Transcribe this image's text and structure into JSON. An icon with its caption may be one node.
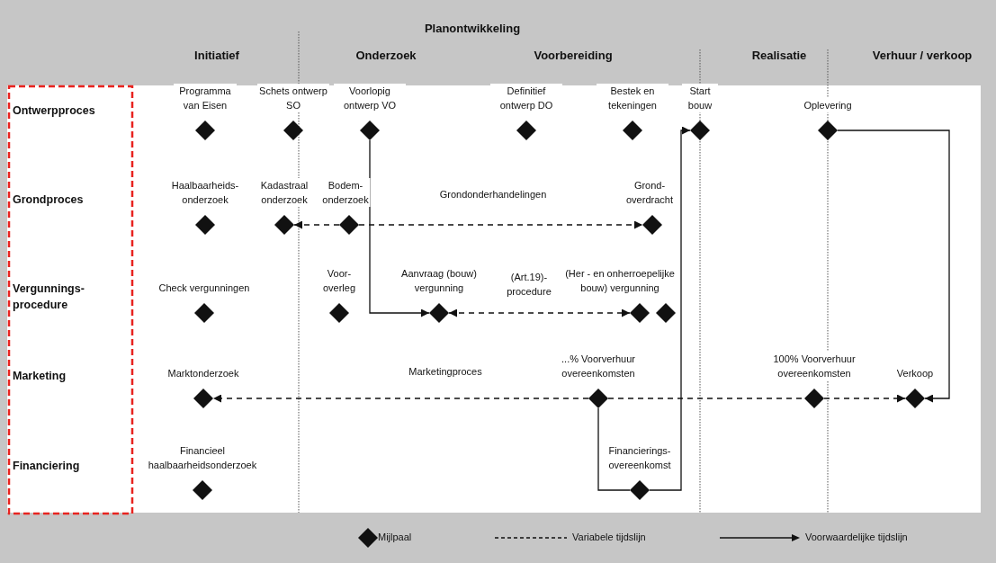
{
  "diagram": {
    "nodes": [
      {
        "text": [],
        "shape": "diamond",
        "beside": [
          "Programma van Eisen"
        ]
      },
      {
        "text": [],
        "shape": "diamond",
        "beside": [
          "Schets ontwerp SO"
        ]
      },
      {
        "text": [],
        "shape": "diamond",
        "beside": [
          "Voorlopig ontwerp VO"
        ]
      },
      {
        "text": [],
        "shape": "diamond",
        "beside": [
          "Definitief ontwerp DO"
        ]
      },
      {
        "text": [],
        "shape": "diamond",
        "beside": [
          "Bestek en tekeningen"
        ]
      },
      {
        "text": [],
        "shape": "diamond",
        "beside": [
          "Start bouw"
        ]
      },
      {
        "text": [],
        "shape": "diamond",
        "beside": [
          "Oplevering"
        ]
      },
      {
        "text": [],
        "shape": "diamond",
        "beside": [
          "Haalbaarheids- onderzoek"
        ]
      },
      {
        "text": [],
        "shape": "diamond",
        "beside": [
          "Kadastraal onderzoek"
        ]
      },
      {
        "text": [],
        "shape": "diamond",
        "beside": [
          "Bodem- onderzoek"
        ]
      },
      {
        "text": [],
        "shape": "diamond",
        "beside": [
          "Grond- overdracht"
        ]
      },
      {
        "text": [],
        "shape": "diamond",
        "beside": [
          "Check vergunningen"
        ]
      },
      {
        "text": [],
        "shape": "diamond",
        "beside": [
          "Voor- overleg"
        ]
      },
      {
        "text": [],
        "shape": "diamond",
        "beside": [
          "Aanvraag (bouw) vergunning"
        ]
      },
      {
        "text": [],
        "shape": "diamond",
        "beside": [
          "(Her - en onherroepelijke bouw) vergunning"
        ]
      },
      {
        "text": [],
        "shape": "diamond"
      },
      {
        "text": [],
        "shape": "diamond",
        "beside": [
          "Marktonderzoek"
        ]
      },
      {
        "text": [],
        "shape": "diamond",
        "beside": [
          "...% Voorverhuur overeenkomsten"
        ]
      },
      {
        "text": [],
        "shape": "diamond",
        "beside": [
          "100% Voorverhuur overeenkomsten"
        ]
      },
      {
        "text": [],
        "shape": "diamond",
        "beside": [
          "Verkoop"
        ]
      },
      {
        "text": [],
        "shape": "diamond",
        "beside": [
          "Financieel haalbaarheidsonderzoek"
        ]
      },
      {
        "text": [],
        "shape": "diamond",
        "beside": [
          "Financierings- overeenkomst"
        ]
      }
    ],
    "edges": [
      {
        "from": 9,
        "to": 8,
        "arrow": "to",
        "style": "dashed"
      },
      {
        "from": 9,
        "to": 10,
        "arrow": "to",
        "style": "dashed",
        "label": "Grondonderhandelingen"
      },
      {
        "from": 13,
        "to": 14,
        "arrow": "both",
        "style": "dashed",
        "label": "(Art.19)- procedure"
      },
      {
        "from": 17,
        "to": 16,
        "arrow": "to",
        "style": "dashed",
        "label": "Marketingproces"
      },
      {
        "from": 17,
        "to": 18,
        "arrow": "none",
        "style": "dashed"
      },
      {
        "from": 18,
        "to": 19,
        "arrow": "to",
        "style": "dashed"
      },
      {
        "from": 2,
        "to": 13,
        "arrow": "to"
      },
      {
        "from": 17,
        "to": 21,
        "arrow": "none"
      },
      {
        "from": 21,
        "to": 5,
        "arrow": "to"
      },
      {
        "from": 6,
        "to": 19,
        "arrow": "to"
      }
    ],
    "labels": [
      "Planontwikkeling",
      "Initiatief",
      "Onderzoek",
      "Voorbereiding",
      "Realisatie",
      "Verhuur / verkoop",
      "Ontwerpproces",
      "Grondproces",
      "Vergunnings- procedure",
      "Marketing",
      "Financiering"
    ],
    "legend": [
      {
        "text": "Mijlpaal"
      },
      {
        "text": "Variabele tijdslijn"
      },
      {
        "text": "Voorwaardelijke tijdslijn"
      }
    ]
  }
}
